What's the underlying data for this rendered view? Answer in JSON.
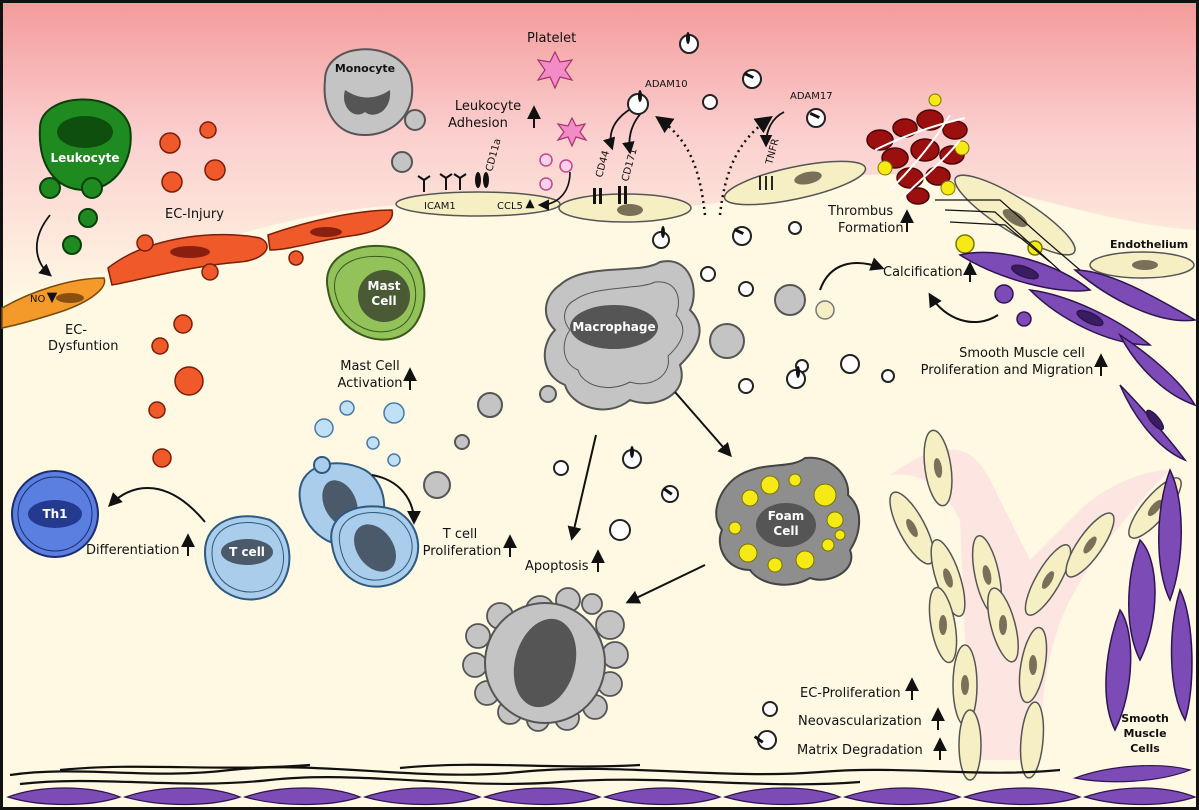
{
  "labels": {
    "platelet": "Platelet",
    "monocyte": "Monocyte",
    "leukocyte": "Leukocyte",
    "leukocyte_adhesion_1": "Leukocyte",
    "leukocyte_adhesion_2": "Adhesion",
    "adam10": "ADAM10",
    "adam17": "ADAM17",
    "cd11a": "CD11a",
    "icam1": "ICAM1",
    "ccl5": "CCL5",
    "cd44": "CD44",
    "cd171": "CD171",
    "tnfr": "TNFR",
    "ec_injury": "EC-Injury",
    "no": "NO",
    "ec_dysfunction_1": "EC-",
    "ec_dysfunction_2": "Dysfuntion",
    "thrombus_1": "Thrombus",
    "thrombus_2": "Formation",
    "endothelium": "Endothelium",
    "calcification": "Calcification",
    "mast_cell_1": "Mast",
    "mast_cell_2": "Cell",
    "mast_activation_1": "Mast Cell",
    "mast_activation_2": "Activation",
    "macrophage": "Macrophage",
    "smc_prolif_1": "Smooth Muscle cell",
    "smc_prolif_2": "Proliferation and Migration",
    "th1": "Th1",
    "t_cell": "T cell",
    "differentiation": "Differentiation",
    "t_prolif_1": "T cell",
    "t_prolif_2": "Proliferation",
    "apoptosis": "Apoptosis",
    "foam_1": "Foam",
    "foam_2": "Cell",
    "ec_prolif": "EC-Proliferation",
    "neovasc": "Neovascularization",
    "matrix": "Matrix Degradation",
    "smc_1": "Smooth",
    "smc_2": "Muscle",
    "smc_3": "Cells"
  },
  "colors": {
    "lumen_top": "#f7a7a7",
    "intima_bg": "#fff8e3",
    "endothelial_cell": "#f6efc4",
    "injured_ec": "#f05a2a",
    "dysfunctional_ec": "#f39a2b",
    "leukocyte": "#1f8a1f",
    "monocyte": "#c4c4c4",
    "mast_cell": "#93c25b",
    "t_cell": "#a9cdeb",
    "th1": "#5a7fe0",
    "foam_lipid": "#f5ea16",
    "smooth_muscle": "#7c4bb5",
    "rbc": "#9c0f0f",
    "platelet": "#f58bc6"
  }
}
